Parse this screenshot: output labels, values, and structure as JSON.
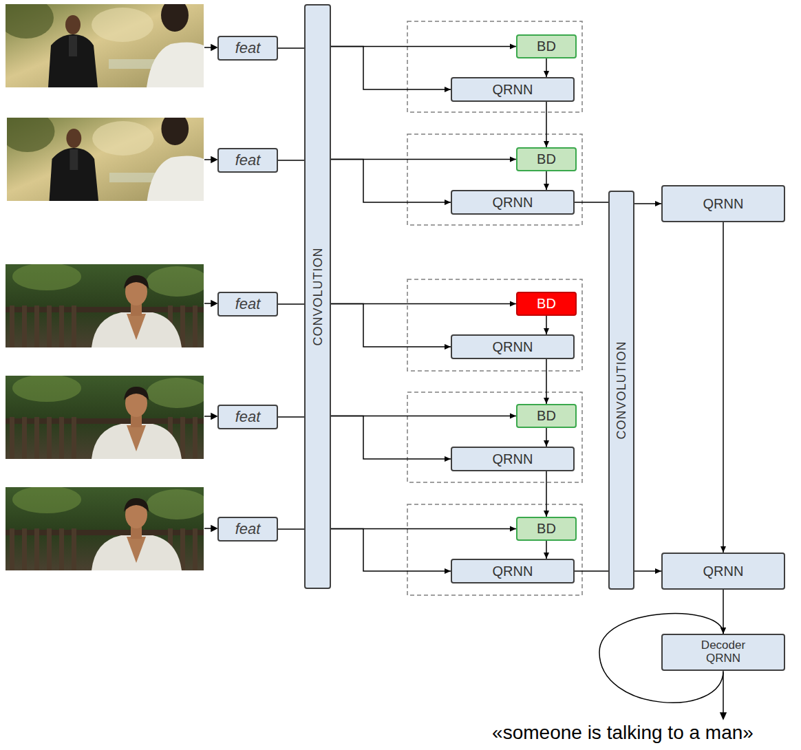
{
  "diagram": {
    "nodes": [
      {
        "text": [
          "feat"
        ]
      },
      {
        "text": [
          "feat"
        ]
      },
      {
        "text": [
          "feat"
        ]
      },
      {
        "text": [
          "feat"
        ]
      },
      {
        "text": [
          "feat"
        ]
      },
      {
        "text": [
          "CONVOLUTION"
        ]
      },
      {
        "text": [
          "BD"
        ]
      },
      {
        "text": [
          "QRNN"
        ]
      },
      {
        "text": [
          "BD"
        ]
      },
      {
        "text": [
          "QRNN"
        ]
      },
      {
        "text": [
          "BD"
        ]
      },
      {
        "text": [
          "QRNN"
        ]
      },
      {
        "text": [
          "BD"
        ]
      },
      {
        "text": [
          "QRNN"
        ]
      },
      {
        "text": [
          "BD"
        ]
      },
      {
        "text": [
          "QRNN"
        ]
      },
      {
        "text": [
          "CONVOLUTION"
        ]
      },
      {
        "text": [
          "QRNN"
        ]
      },
      {
        "text": [
          "QRNN"
        ]
      },
      {
        "text": [
          "Decoder QRNN"
        ]
      }
    ],
    "edges": [
      {
        "from": 0,
        "to": 5,
        "arrow": "none"
      },
      {
        "from": 1,
        "to": 5,
        "arrow": "none"
      },
      {
        "from": 2,
        "to": 5,
        "arrow": "none"
      },
      {
        "from": 3,
        "to": 5,
        "arrow": "none"
      },
      {
        "from": 4,
        "to": 5,
        "arrow": "none"
      },
      {
        "from": 5,
        "to": 6,
        "arrow": "to"
      },
      {
        "from": 5,
        "to": 7,
        "arrow": "to"
      },
      {
        "from": 6,
        "to": 7,
        "arrow": "to"
      },
      {
        "from": 5,
        "to": 8,
        "arrow": "to"
      },
      {
        "from": 5,
        "to": 9,
        "arrow": "to"
      },
      {
        "from": 8,
        "to": 9,
        "arrow": "to"
      },
      {
        "from": 5,
        "to": 10,
        "arrow": "to"
      },
      {
        "from": 5,
        "to": 11,
        "arrow": "to"
      },
      {
        "from": 10,
        "to": 11,
        "arrow": "to"
      },
      {
        "from": 5,
        "to": 12,
        "arrow": "to"
      },
      {
        "from": 5,
        "to": 13,
        "arrow": "to"
      },
      {
        "from": 12,
        "to": 13,
        "arrow": "to"
      },
      {
        "from": 5,
        "to": 14,
        "arrow": "to"
      },
      {
        "from": 5,
        "to": 15,
        "arrow": "to"
      },
      {
        "from": 14,
        "to": 15,
        "arrow": "to"
      },
      {
        "from": 7,
        "to": 8,
        "arrow": "to"
      },
      {
        "from": 11,
        "to": 12,
        "arrow": "to"
      },
      {
        "from": 13,
        "to": 14,
        "arrow": "to"
      },
      {
        "from": 9,
        "to": 16,
        "arrow": "none"
      },
      {
        "from": 15,
        "to": 16,
        "arrow": "none"
      },
      {
        "from": 16,
        "to": 17,
        "arrow": "to"
      },
      {
        "from": 16,
        "to": 18,
        "arrow": "to"
      },
      {
        "from": 17,
        "to": 18,
        "arrow": "to"
      },
      {
        "from": 18,
        "to": 19,
        "arrow": "to"
      },
      {
        "from": 19,
        "to": 19,
        "arrow": "to"
      }
    ],
    "labels": [
      "«someone is talking to a man»"
    ]
  }
}
